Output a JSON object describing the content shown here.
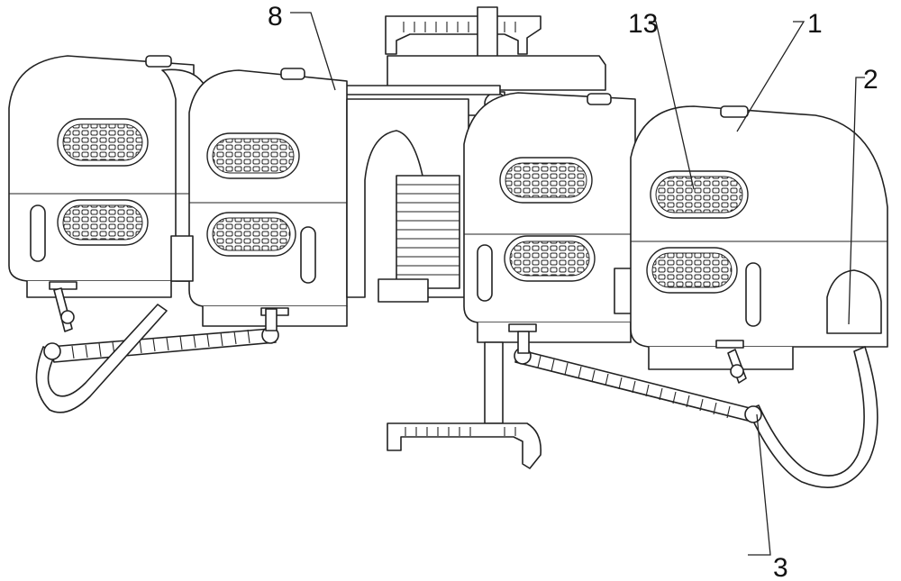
{
  "figure": {
    "labels": [
      {
        "id": "label-1",
        "text": "1"
      },
      {
        "id": "label-2",
        "text": "2"
      },
      {
        "id": "label-3",
        "text": "3"
      },
      {
        "id": "label-8",
        "text": "8"
      },
      {
        "id": "label-13",
        "text": "13"
      }
    ]
  }
}
